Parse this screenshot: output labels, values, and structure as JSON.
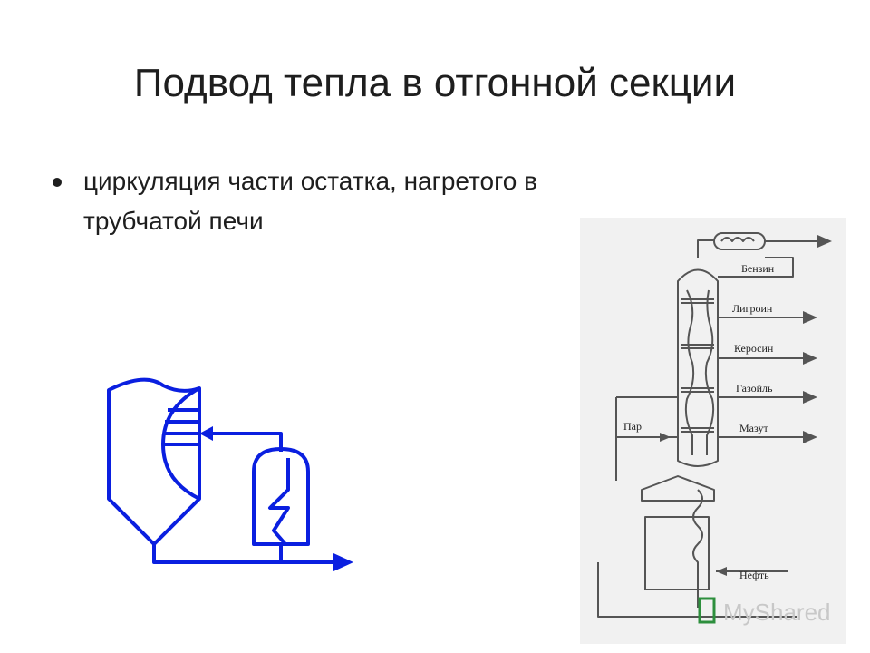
{
  "slide": {
    "title": "Подвод тепла в отгонной секции",
    "bullets": [
      {
        "lines": [
          "циркуляция части остатка, нагретого в",
          "трубчатой печи"
        ]
      }
    ]
  },
  "column_diagram": {
    "labels": {
      "benzin": "Бензин",
      "ligroin": "Лигроин",
      "kerosin": "Керосин",
      "gazoil": "Газойль",
      "par": "Пар",
      "mazut": "Мазут",
      "neft": "Нефть"
    },
    "watermark": "MyShared"
  },
  "colors": {
    "schematic_blue": "#0a1fe0",
    "panel_bg": "#f1f1f1",
    "line_gray": "#555555"
  }
}
